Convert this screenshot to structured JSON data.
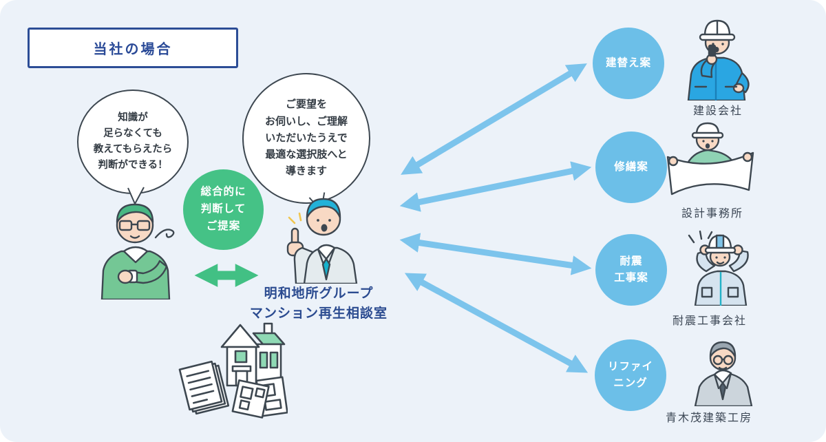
{
  "page": {
    "background": "#ecf2f9"
  },
  "colors": {
    "navy": "#2c4d96",
    "green": "#45c286",
    "circle_blue": "#6cbfe8",
    "arrow_blue": "#7cc4ec",
    "outline": "#3d4750"
  },
  "title_box": {
    "label": "当社の場合"
  },
  "left_person_bubble": {
    "lines": [
      "知識が",
      "足らなくても",
      "教えてもらえたら",
      "判断ができる！"
    ]
  },
  "consultant_bubble": {
    "lines": [
      "ご要望を",
      "お伺いし、ご理解",
      "いただいたうえで",
      "最適な選択肢へと",
      "導きます"
    ]
  },
  "green_badge": {
    "lines": [
      "総合的に",
      "判断して",
      "ご提案"
    ]
  },
  "consultant_label": {
    "lines": [
      "明和地所グループ",
      "マンション再生相談室"
    ]
  },
  "proposals": [
    {
      "circle": [
        "建替え案"
      ],
      "partner": "建設会社"
    },
    {
      "circle": [
        "修繕案"
      ],
      "partner": "設計事務所"
    },
    {
      "circle": [
        "耐震",
        "工事案"
      ],
      "partner": "耐震工事会社"
    },
    {
      "circle": [
        "リファイ",
        "ニング"
      ],
      "partner": "青木茂建築工房"
    }
  ]
}
